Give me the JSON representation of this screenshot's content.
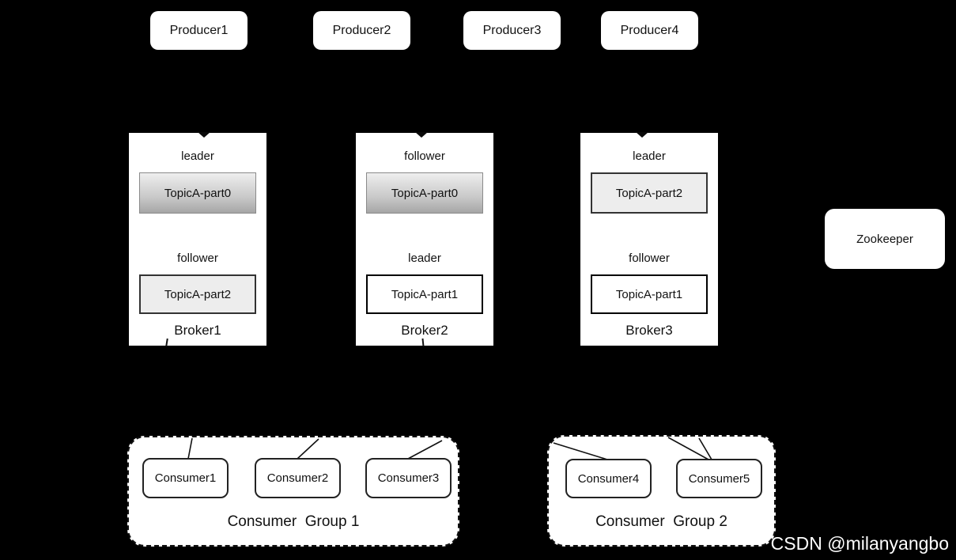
{
  "producers": [
    {
      "label": "Producer1"
    },
    {
      "label": "Producer2"
    },
    {
      "label": "Producer3"
    },
    {
      "label": "Producer4"
    }
  ],
  "brokers": [
    {
      "name": "Broker1",
      "slots": [
        {
          "role": "leader",
          "partition": "TopicA-part0"
        },
        {
          "role": "follower",
          "partition": "TopicA-part2"
        }
      ]
    },
    {
      "name": "Broker2",
      "slots": [
        {
          "role": "follower",
          "partition": "TopicA-part0"
        },
        {
          "role": "leader",
          "partition": "TopicA-part1"
        }
      ]
    },
    {
      "name": "Broker3",
      "slots": [
        {
          "role": "leader",
          "partition": "TopicA-part2"
        },
        {
          "role": "follower",
          "partition": "TopicA-part1"
        }
      ]
    }
  ],
  "zookeeper": {
    "label": "Zookeeper"
  },
  "consumer_groups": [
    {
      "label": "Consumer  Group 1",
      "consumers": [
        {
          "label": "Consumer1"
        },
        {
          "label": "Consumer2"
        },
        {
          "label": "Consumer3"
        }
      ]
    },
    {
      "label": "Consumer  Group 2",
      "consumers": [
        {
          "label": "Consumer4"
        },
        {
          "label": "Consumer5"
        }
      ]
    }
  ],
  "watermark": {
    "text": "CSDN @milanyangbo"
  },
  "colors": {
    "background": "#000000",
    "box_fill": "#ffffff",
    "text": "#111111",
    "partition_gradient_top": "#eeeeee",
    "partition_gradient_bottom": "#a6a6a6",
    "partition_light": "#ededed",
    "watermark_text": "#ffffff"
  }
}
